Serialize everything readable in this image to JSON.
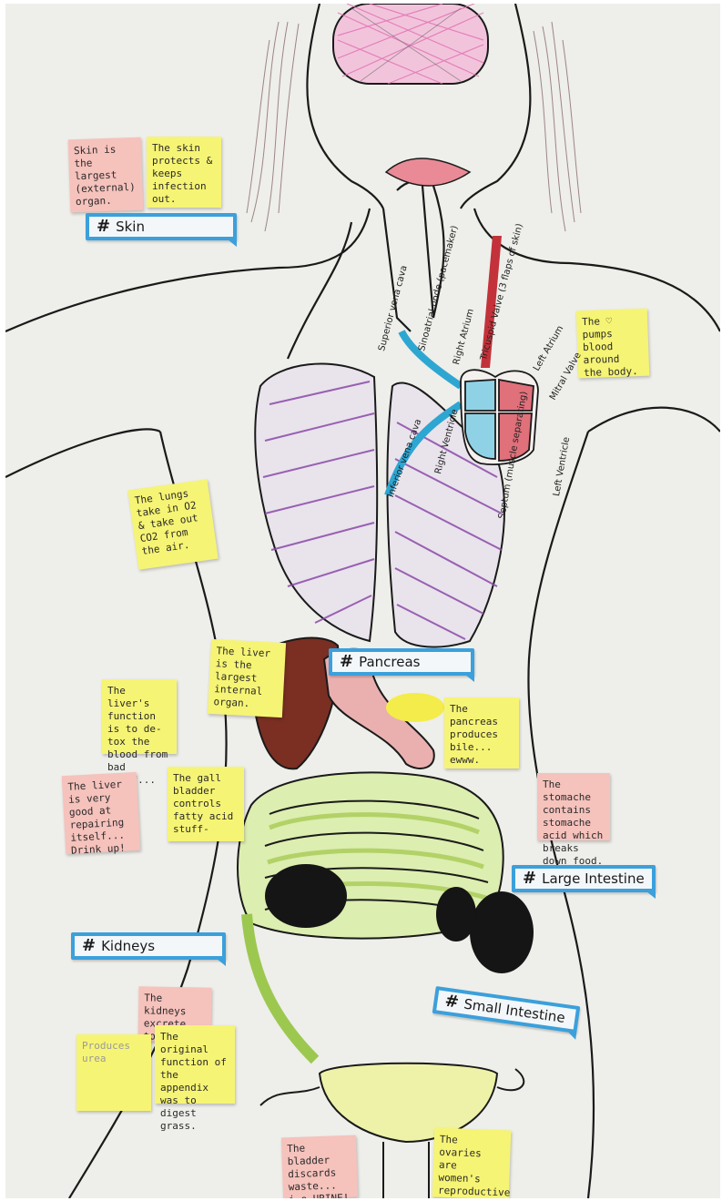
{
  "hashtags": {
    "skin": "Skin",
    "pancreas": "Pancreas",
    "large_intestine": "Large Intestine",
    "kidneys": "Kidneys",
    "small_intestine": "Small Intestine",
    "hash_symbol": "#"
  },
  "notes": {
    "skin_largest": "Skin is the largest (external) organ.",
    "skin_protects": "The skin protects & keeps infection out.",
    "heart": "The ♡ pumps blood around the body.",
    "lungs": "The lungs take in O2 & take out CO2 from the air.",
    "liver_largest": "The liver is the largest internal organ.",
    "liver_function": "The liver's function is to de-tox the blood from bad stuff...",
    "pancreas": "The pancreas produces bile... ewww.",
    "stomach": "The stomache contains stomache acid which breaks down food.",
    "liver_repair": "The liver is very good at repairing itself... Drink up!",
    "gall_bladder": "The gall bladder controls fatty acid stuff-",
    "kidneys": "The kidneys excrete toxins.",
    "urea": "Produces urea",
    "appendix": "The original function of the appendix was to digest grass.",
    "bladder": "The bladder discards waste... i.e URINE!",
    "ovaries": "The ovaries are women's reproductive organ. They produce & release eggs"
  },
  "heart_labels": {
    "superior_vena_cava": "Superior vena cava",
    "sinoatrial_node": "Sinoatrial node (pacemaker)",
    "right_atrium": "Right Atrium",
    "tricuspid_valve": "Tricuspid Valve (3 flaps of skin)",
    "left_atrium": "Left Atrium",
    "mitral_valve": "Mitral Valve",
    "right_ventricle": "Right Ventricle",
    "inferior_vena_cava": "Inferior vena cava",
    "septum": "Septum (muscle separating)",
    "left_ventricle": "Left Ventricle"
  },
  "colors": {
    "paper": "#eeeeea",
    "sticky_yellow": "#f6f474",
    "sticky_pink": "#f6c2bc",
    "tag_blue": "#3ba0db",
    "outline": "#1a1a1a",
    "brain_pink": "#e070b0",
    "lung_purple": "#8a4aa8",
    "liver_brown": "#7a2f22",
    "stomach_pink": "#eab0b0",
    "intestine_green": "#b8d868",
    "kidney_black": "#151515"
  }
}
